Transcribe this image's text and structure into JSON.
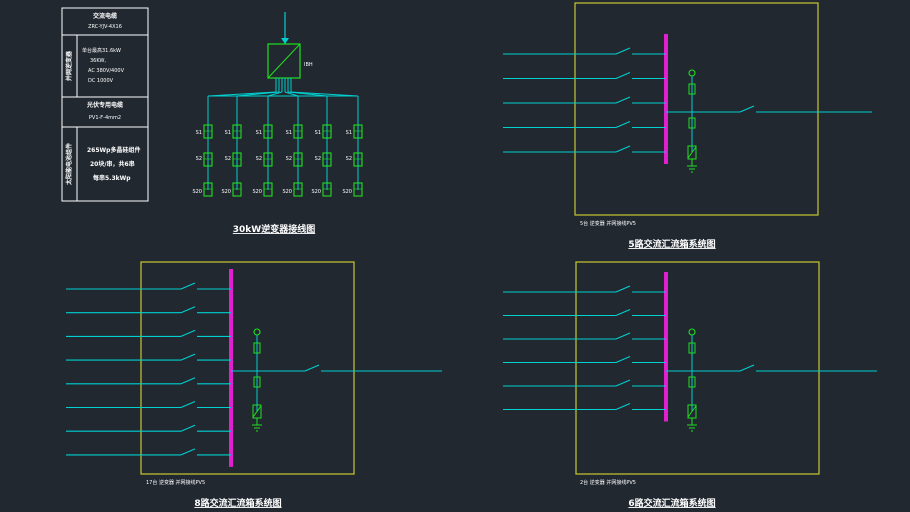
{
  "legend_table": {
    "rows": [
      {
        "head": "",
        "lines": [
          "交流电缆",
          "ZRC-YJV-4X16"
        ]
      },
      {
        "head": "并网逆变器",
        "lines": [
          "单台最高31.6kW",
          "36KW,",
          "AC 380V/400V",
          "DC 1000V"
        ]
      },
      {
        "head": "",
        "lines": [
          "光伏专用电缆",
          "PV1-F-4mm2"
        ]
      },
      {
        "head": "太阳能电池组件",
        "lines": [
          "265Wp多晶硅组件",
          "20块/串，共6串",
          "每串5.3kWp"
        ]
      }
    ]
  },
  "inverter": {
    "label": "IBH",
    "string_top_labels": [
      "S1",
      "S1",
      "S1",
      "S1",
      "S1",
      "S1"
    ],
    "string_mid_labels": [
      "S2",
      "S2",
      "S2",
      "S2",
      "S2",
      "S2"
    ],
    "string_bottom_labels": [
      "S20",
      "S20",
      "S20",
      "S20",
      "S20",
      "S20"
    ],
    "caption": "30kW逆变器接线图"
  },
  "panels": [
    {
      "caption": "5路交流汇流箱系统图",
      "note": "5台  逆变器  并网接线PV5",
      "inputs": 5
    },
    {
      "caption": "8路交流汇流箱系统图",
      "note": "17台  逆变器  并网接线PV5",
      "inputs": 8
    },
    {
      "caption": "6路交流汇流箱系统图",
      "note": "2台  逆变器  并网接线PV5",
      "inputs": 6
    }
  ],
  "colors": {
    "background": "#212830",
    "line": "#00d0d0",
    "busbar": "#e020d0",
    "frame": "#c8c832",
    "component": "#20e020",
    "text": "#ffffff"
  }
}
